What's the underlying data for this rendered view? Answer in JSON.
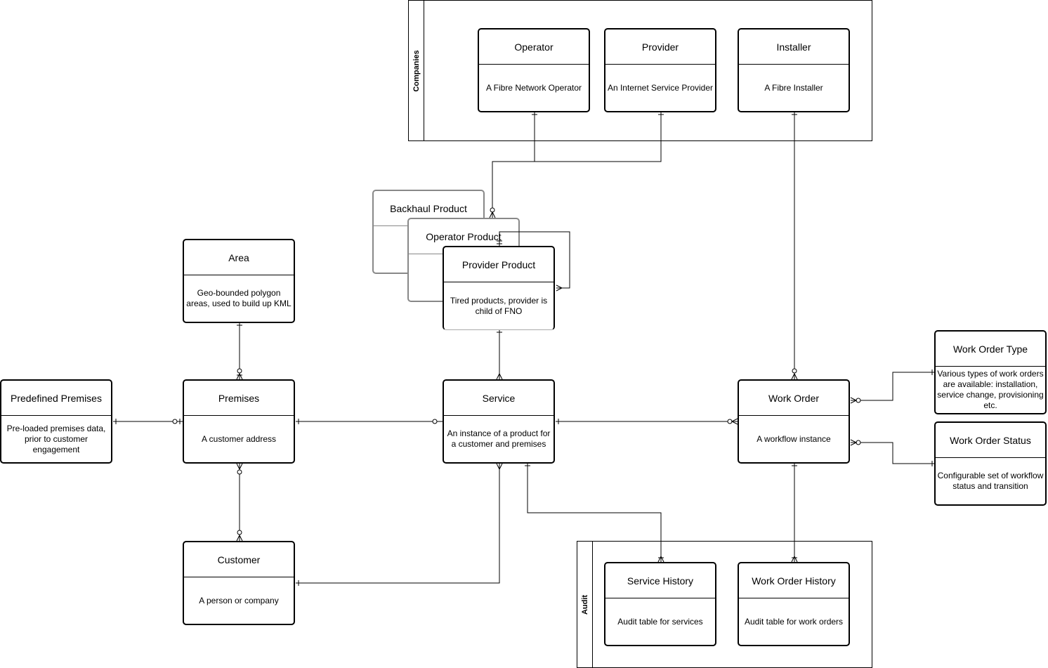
{
  "containers": {
    "companies": {
      "label": "Companies"
    },
    "audit": {
      "label": "Audit"
    }
  },
  "entities": {
    "operator": {
      "title": "Operator",
      "desc": "A Fibre Network Operator"
    },
    "provider": {
      "title": "Provider",
      "desc": "An Internet Service Provider"
    },
    "installer": {
      "title": "Installer",
      "desc": "A Fibre Installer"
    },
    "backhaul_product": {
      "title": "Backhaul Product"
    },
    "operator_product": {
      "title": "Operator Product"
    },
    "provider_product": {
      "title": "Provider Product",
      "desc": "Tired products, provider is child of FNO"
    },
    "area": {
      "title": "Area",
      "desc": "Geo-bounded polygon areas, used to build up KML"
    },
    "predefined_premises": {
      "title": "Predefined Premises",
      "desc": "Pre-loaded premises data, prior to customer engagement"
    },
    "premises": {
      "title": "Premises",
      "desc": "A customer address"
    },
    "service": {
      "title": "Service",
      "desc": "An instance of a product for a customer and premises"
    },
    "work_order": {
      "title": "Work Order",
      "desc": "A workflow instance"
    },
    "work_order_type": {
      "title": "Work Order Type",
      "desc": "Various types of work orders are available: installation, service change, provisioning etc."
    },
    "work_order_status": {
      "title": "Work Order Status",
      "desc": "Configurable set of workflow status and transition"
    },
    "customer": {
      "title": "Customer",
      "desc": "A person or company"
    },
    "service_history": {
      "title": "Service History",
      "desc": "Audit table for services"
    },
    "work_order_history": {
      "title": "Work Order History",
      "desc": "Audit table for work orders"
    }
  }
}
